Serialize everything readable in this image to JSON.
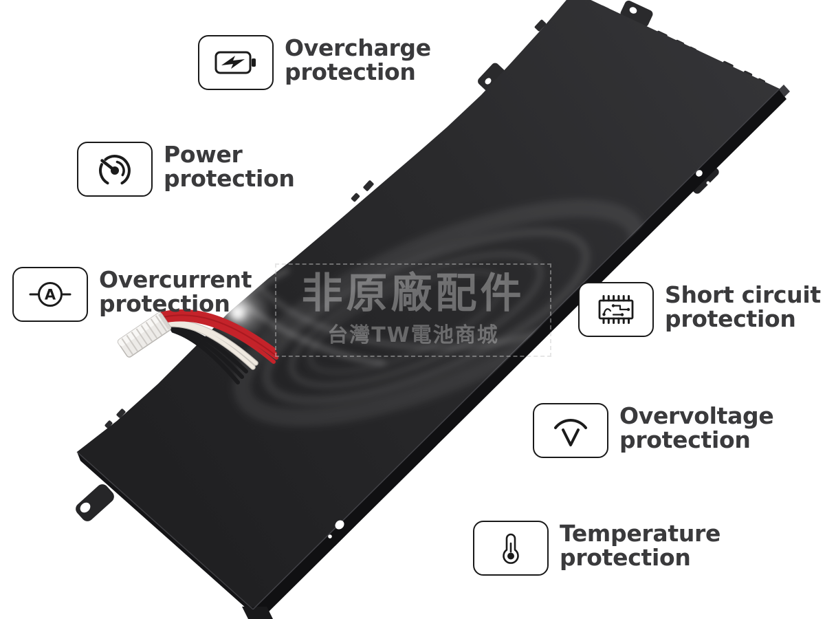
{
  "image": {
    "kind": "battery feature infographic",
    "background_color": "#ffffff"
  },
  "battery": {
    "name": "laptop battery pack",
    "body_color": "#2a2a2c",
    "edge_highlight_color": "#46464b",
    "connector_color": "#edebe8",
    "wire_colors": {
      "red": "#c4232a",
      "white": "#efe9e0",
      "black": "#1b1b1d"
    }
  },
  "watermark": {
    "title": "非原廠配件",
    "subtitle": "台灣TW電池商城",
    "text_color": "#8a8a8a"
  },
  "features": [
    {
      "id": "overcharge",
      "icon": "battery-bolt-icon",
      "line1": "Overcharge",
      "line2": "protection"
    },
    {
      "id": "power",
      "icon": "gauge-icon",
      "line1": "Power",
      "line2": "protection"
    },
    {
      "id": "overcurrent",
      "icon": "ammeter-icon",
      "line1": "Overcurrent",
      "line2": "protection"
    },
    {
      "id": "short-circuit",
      "icon": "chip-icon",
      "line1": "Short circuit",
      "line2": "protection"
    },
    {
      "id": "overvoltage",
      "icon": "voltmeter-icon",
      "line1": "Overvoltage",
      "line2": "protection"
    },
    {
      "id": "temperature",
      "icon": "thermometer-icon",
      "line1": "Temperature",
      "line2": "protection"
    }
  ]
}
